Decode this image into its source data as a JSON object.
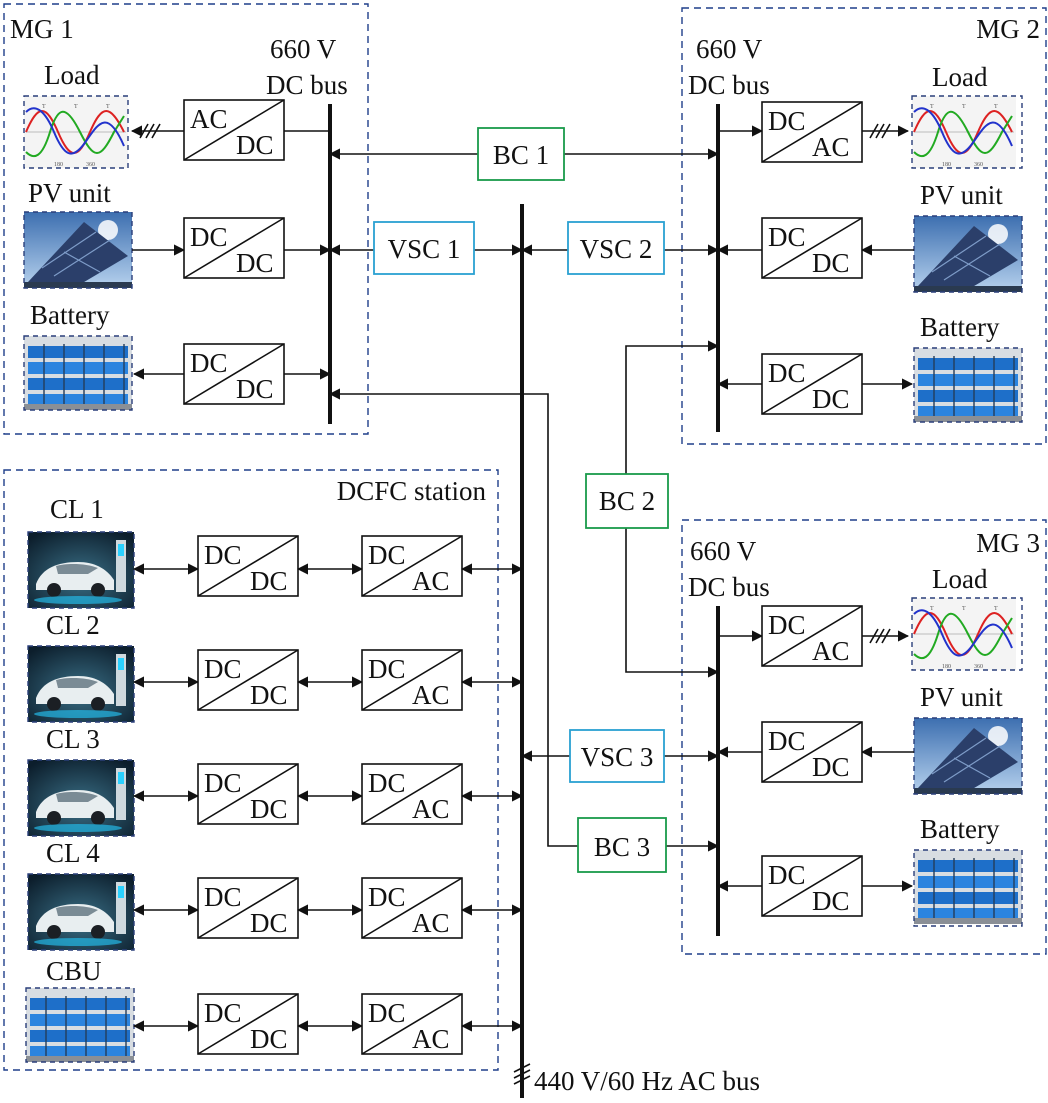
{
  "regions": {
    "mg1": "MG 1",
    "mg2": "MG 2",
    "mg3": "MG 3",
    "dcfc": "DCFC station"
  },
  "dc_bus_labels": {
    "line1": "660 V",
    "line2": "DC bus"
  },
  "ac_bus_label": "440 V/60 Hz AC bus",
  "source_labels": {
    "load": "Load",
    "pv": "PV unit",
    "battery": "Battery",
    "cl1": "CL 1",
    "cl2": "CL 2",
    "cl3": "CL 3",
    "cl4": "CL 4",
    "cbu": "CBU"
  },
  "converters": {
    "ac": "AC",
    "dc": "DC"
  },
  "interlinks": {
    "bc1": "BC 1",
    "bc2": "BC 2",
    "bc3": "BC 3",
    "vsc1": "VSC 1",
    "vsc2": "VSC 2",
    "vsc3": "VSC 3"
  },
  "colors": {
    "region_border": "#1f3f8a",
    "bc_border": "#1a9a4a",
    "vsc_border": "#2aa0d2",
    "waveform_red": "#d22",
    "waveform_green": "#2a2",
    "waveform_blue": "#23c"
  },
  "icons": {
    "load": "three-phase-waveform-icon",
    "pv": "solar-panel-icon",
    "battery": "battery-rack-icon",
    "ev": "electric-car-charging-icon"
  }
}
